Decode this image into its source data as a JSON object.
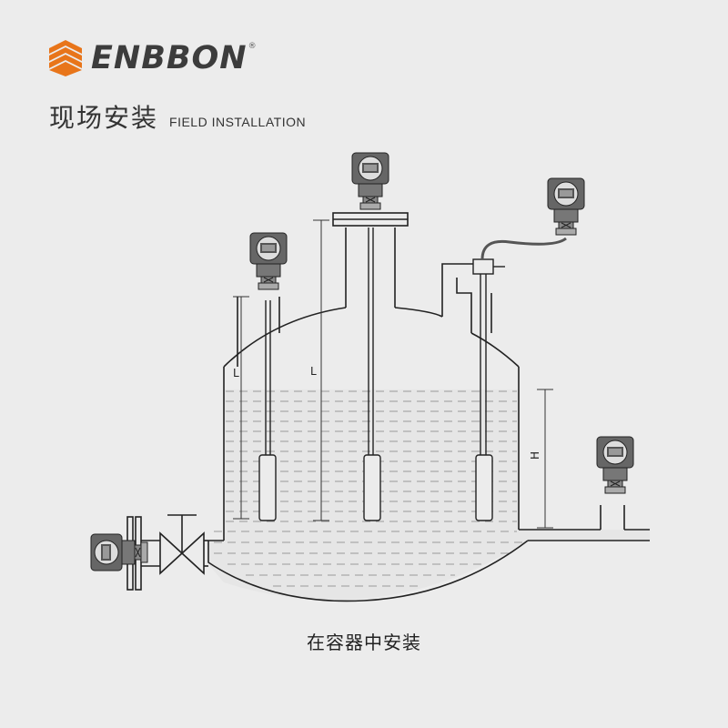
{
  "brand": {
    "name": "ENBBON",
    "registered_mark": "®",
    "accent_color": "#e8751a"
  },
  "heading": {
    "title_cn": "现场安装",
    "title_en": "FIELD INSTALLATION"
  },
  "diagram": {
    "dimension_labels": {
      "left_probe_length": "L",
      "center_probe_length": "L",
      "liquid_height": "H"
    },
    "caption": "在容器中安装"
  }
}
